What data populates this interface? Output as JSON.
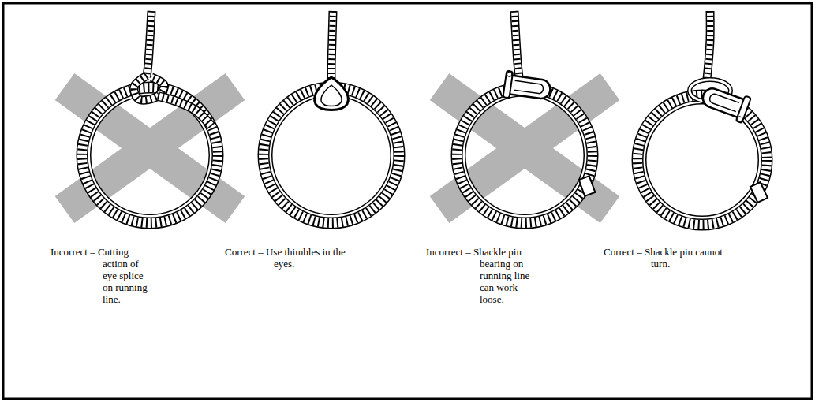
{
  "diagram": {
    "labels": [
      "Incorrect – Cutting action of eye splice on running line.",
      "Correct – Use thimbles in the eyes.",
      "Incorrect – Shackle pin bearing on running line can work loose.",
      "Correct – Shackle pin cannot turn."
    ]
  }
}
